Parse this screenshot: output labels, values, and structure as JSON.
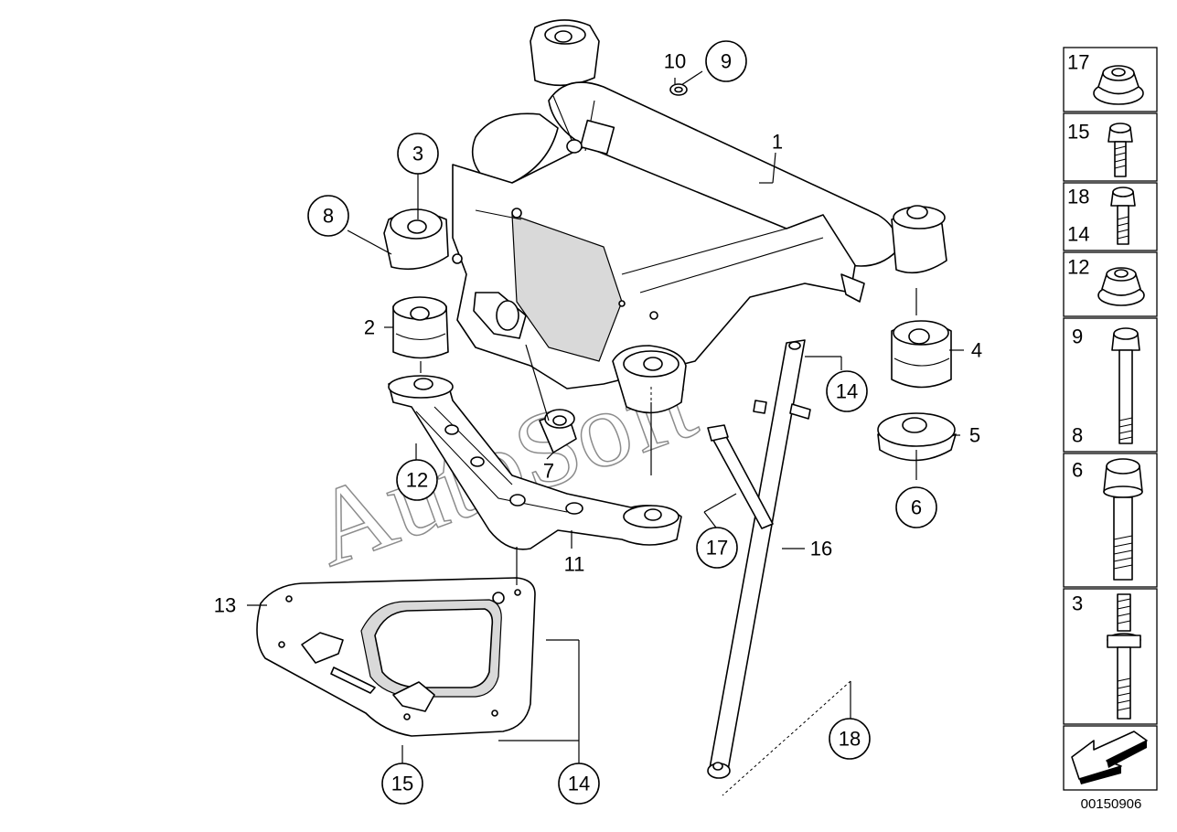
{
  "diagram": {
    "watermark": "AutoSoft",
    "document_number": "00150906",
    "callouts": {
      "c1": "1",
      "c2": "2",
      "c3": "3",
      "c4": "4",
      "c5": "5",
      "c6": "6",
      "c7": "7",
      "c8": "8",
      "c9": "9",
      "c10": "10",
      "c11": "11",
      "c12": "12",
      "c13": "13",
      "c14a": "14",
      "c14b": "14",
      "c15": "15",
      "c16": "16",
      "c17": "17",
      "c18": "18"
    },
    "side_panel": {
      "p17": "17",
      "p15": "15",
      "p18": "18",
      "p14": "14",
      "p12": "12",
      "p9": "9",
      "p8": "8",
      "p6": "6",
      "p3": "3"
    }
  }
}
